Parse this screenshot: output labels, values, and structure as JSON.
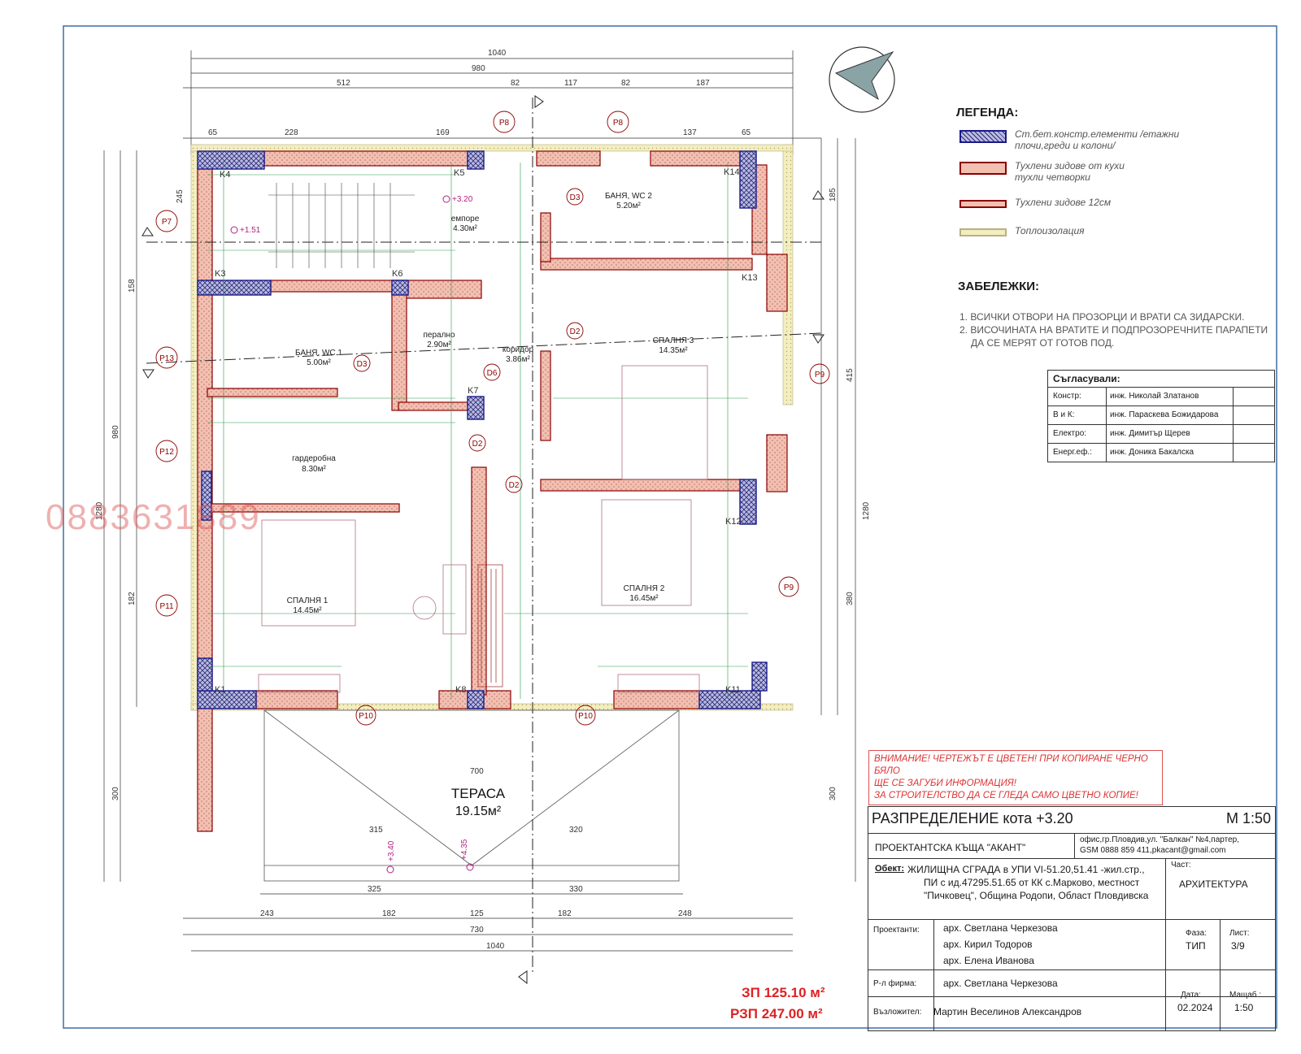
{
  "legend": {
    "title": "ЛЕГЕНДА:",
    "items": [
      {
        "text": "Ст.бет.констр.елементи /етажни плочи,греди и колони/",
        "fill": "#3a3ac0",
        "border": "#1a1a8a"
      },
      {
        "text": "Тухлени зидове от кухи тухли четворки",
        "fill": "#f0b8a8",
        "border": "#8b0000"
      },
      {
        "text": "Тухлени зидове 12см",
        "fill": "#f0b8a8",
        "border": "#8b0000"
      },
      {
        "text": "Топлоизолация",
        "fill": "#f3eec0",
        "border": "#b8b080"
      }
    ]
  },
  "notes": {
    "title": "ЗАБЕЛЕЖКИ:",
    "items": [
      "1.  ВСИЧКИ ОТВОРИ НА ПРОЗОРЦИ И ВРАТИ СА ЗИДАРСКИ.",
      "2.  ВИСОЧИНАТА НА ВРАТИТЕ И ПОДПРОЗОРЕЧНИТЕ ПАРАПЕТИ",
      "ДА СЕ МЕРЯТ ОТ ГОТОВ ПОД."
    ]
  },
  "approvals": {
    "title": "Съгласували:",
    "rows": [
      {
        "role": "Констр:",
        "name": "инж. Николай Златанов"
      },
      {
        "role": "В и К:",
        "name": "инж. Параскева Божидарова"
      },
      {
        "role": "Електро:",
        "name": "инж. Димитър Щерев"
      },
      {
        "role": "Енерг.еф.:",
        "name": "инж. Доника Бакалска"
      }
    ]
  },
  "warning": [
    "ВНИМАНИЕ! ЧЕРТЕЖЪТ Е ЦВЕТЕН! ПРИ КОПИРАНЕ ЧЕРНО БЯЛО",
    "ЩЕ СЕ ЗАГУБИ ИНФОРМАЦИЯ!",
    "ЗА СТРОИТЕЛСТВО ДА СЕ ГЛЕДА САМО ЦВЕТНО КОПИЕ!"
  ],
  "title_block": {
    "drawing_title": "РАЗПРЕДЕЛЕНИЕ кота +3.20",
    "scale": "М 1:50",
    "firm": "ПРОЕКТАНТСКА КЪЩА  \"АКАНТ\"",
    "office_line1": "офис,гр.Пловдив,ул. \"Балкан\" №4,партер,",
    "office_line2": "GSM 0888 859 411,pkacant@gmail.com",
    "object_label": "Обект:",
    "object_line1": "ЖИЛИЩНА СГРАДА в УПИ VI-51.20,51.41  -жил.стр.,",
    "object_line2": "ПИ с ид.47295.51.65 от КК с.Марково, местност",
    "object_line3": "\"Пичковец\", Община Родопи, Област Пловдивска",
    "part_label": "Част:",
    "part_value": "АРХИТЕКТУРА",
    "designers_label": "Проектанти:",
    "designers": [
      "арх. Светлана Черкезова",
      "арх. Кирил Тодоров",
      "арх.  Елена Иванова"
    ],
    "phase_label": "Фаза:",
    "phase_value": "ТИП",
    "sheet_label": "Лист:",
    "sheet_value": "3/9",
    "firm_head_label": "Р-л фирма:",
    "firm_head_value": "арх. Светлана Черкезова",
    "client_label": "Възложител:",
    "client_value": "Мартин Веселинов Александров",
    "date_label": "Дата:",
    "date_value": "02.2024",
    "scale_label": "Мащаб :",
    "scale_value": "1:50"
  },
  "areas": {
    "zp": "ЗП   125.10 м²",
    "rzp": "РЗП   247.00 м²"
  },
  "watermark": "0883631889",
  "rooms": [
    {
      "name": "БАНЯ, WC 2",
      "area": "5.20м²"
    },
    {
      "name": "емпоре",
      "area": "4.30м²"
    },
    {
      "name": "перално",
      "area": "2.90м²"
    },
    {
      "name": "коридор",
      "area": "3.86м²"
    },
    {
      "name": "БАНЯ, WC 1",
      "area": "5.00м²"
    },
    {
      "name": "СПАЛНЯ 3",
      "area": "14.35м²"
    },
    {
      "name": "гардеробна",
      "area": "8.30м²"
    },
    {
      "name": "СПАЛНЯ 1",
      "area": "14.45м²"
    },
    {
      "name": "СПАЛНЯ 2",
      "area": "16.45м²"
    },
    {
      "name": "ТЕРАСА",
      "area": "19.15м²"
    }
  ],
  "levels": [
    "+3.20",
    "+1.51",
    "+3.40",
    "+4.35"
  ],
  "dimensions": {
    "top": [
      "1040",
      "980",
      "512",
      "82",
      "117",
      "82",
      "187",
      "228",
      "65",
      "169",
      "137",
      "65"
    ],
    "bottom": [
      "243",
      "182",
      "125",
      "182",
      "248",
      "730",
      "1040",
      "325",
      "330",
      "700",
      "315",
      "320"
    ],
    "left": [
      "980",
      "1280",
      "245",
      "158",
      "182",
      "300"
    ],
    "right": [
      "185",
      "415",
      "380",
      "300",
      "1280"
    ]
  },
  "window_tags": [
    "P7",
    "P8",
    "P8",
    "P9",
    "P9",
    "P10",
    "P10",
    "P11",
    "P12",
    "P13"
  ],
  "door_tags": [
    "D3",
    "D3",
    "D2",
    "D2",
    "D2",
    "D6"
  ],
  "column_tags": [
    "K1",
    "K3",
    "K4",
    "K5",
    "K6",
    "K7",
    "K8",
    "K11",
    "K12",
    "K13",
    "K14"
  ]
}
